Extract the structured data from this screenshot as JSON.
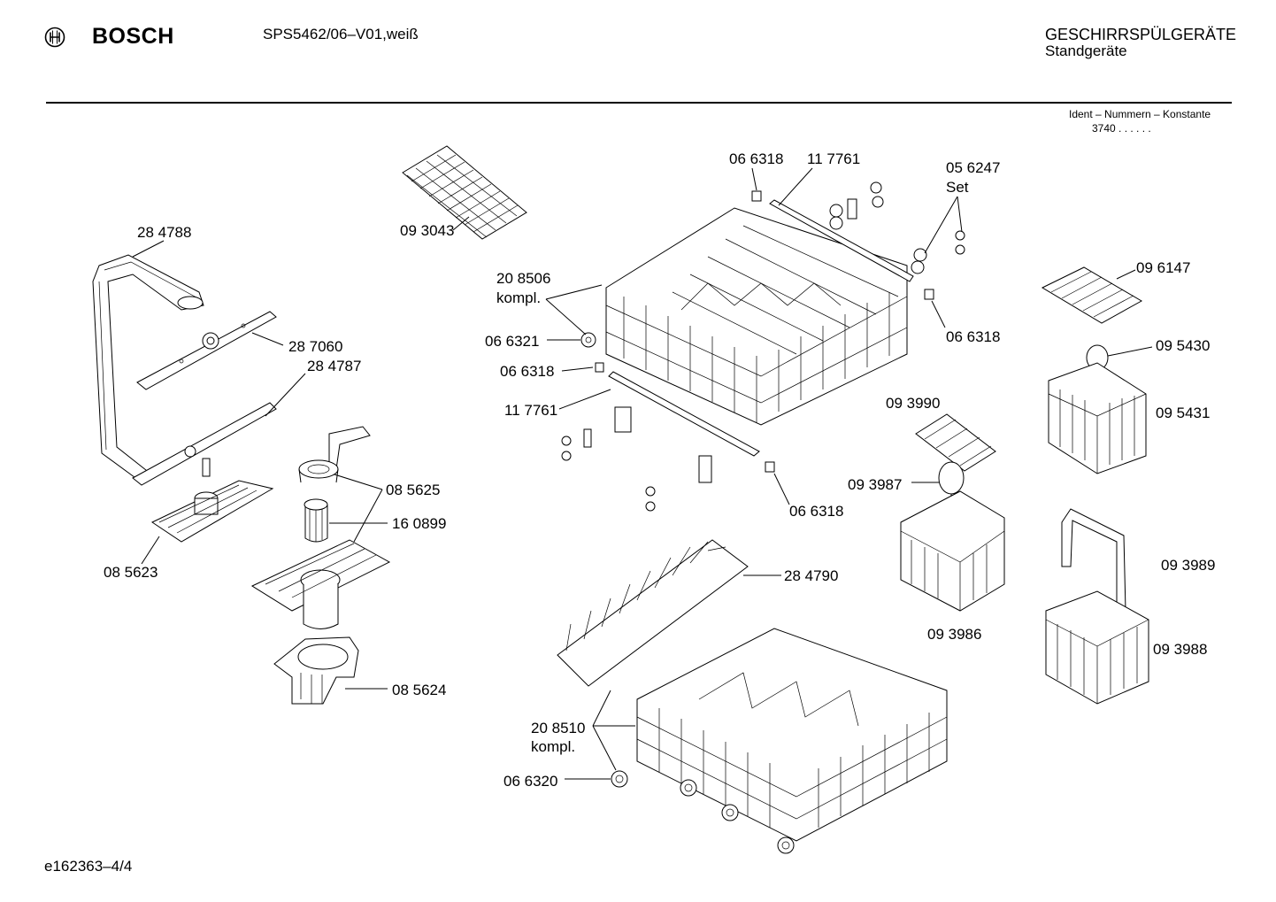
{
  "header": {
    "brand": "BOSCH",
    "model": "SPS5462/06–V01,weiß",
    "category": "GESCHIRRSPÜLGERÄTE",
    "subcategory": "Standgeräte",
    "ident_label": "Ident – Nummern – Konstante",
    "ident_value": "3740 . .  . . . ."
  },
  "footer": {
    "drawing_id": "e162363–4/4"
  },
  "labels": {
    "p284788": "28 4788",
    "p287060": "28 7060",
    "p284787": "28 4787",
    "p085623": "08 5623",
    "p085625": "08 5625",
    "p160899": "16 0899",
    "p085624": "08 5624",
    "p093043": "09 3043",
    "p208506": "20 8506",
    "kompl1": "kompl.",
    "p066321": "06 6321",
    "p066318a": "06 6318",
    "p117761a": "11 7761",
    "p066318b": "06 6318",
    "p117761b": "11 7761",
    "p056247": "05 6247",
    "set": "Set",
    "p066318c": "06 6318",
    "p066318d": "06 6318",
    "p093990": "09 3990",
    "p093987": "09 3987",
    "p093986": "09 3986",
    "p096147": "09 6147",
    "p095430": "09 5430",
    "p095431": "09 5431",
    "p093989": "09 3989",
    "p093988": "09 3988",
    "p284790": "28 4790",
    "p208510": "20 8510",
    "kompl2": "kompl.",
    "p066320": "06 6320"
  }
}
